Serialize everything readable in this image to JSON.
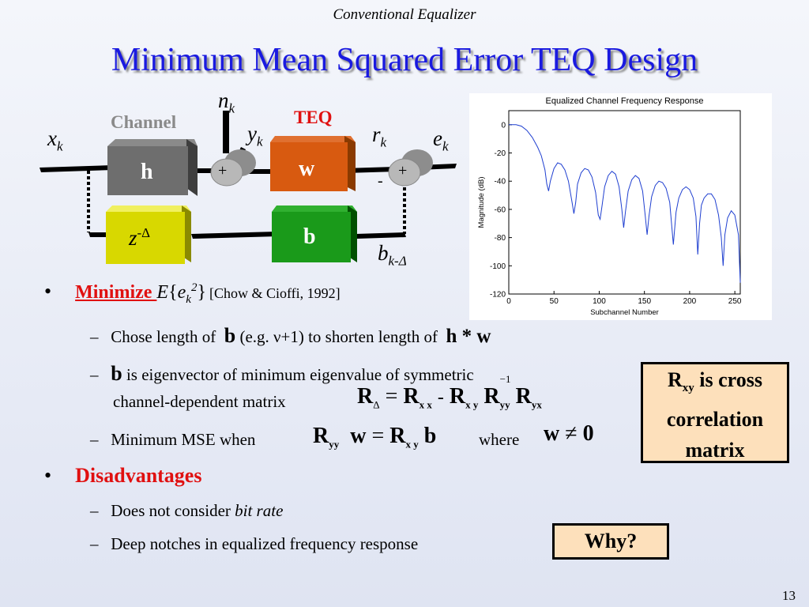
{
  "slide": {
    "header": "Conventional Equalizer",
    "title": "Minimum Mean Squared Error TEQ Design",
    "page_number": "13"
  },
  "diagram": {
    "channel_label": "Channel",
    "teq_label": "TEQ",
    "h": "h",
    "w": "w",
    "b": "b",
    "z": "z",
    "delta_sup": "-Δ",
    "plus": "+",
    "minus": "-",
    "x": "x",
    "x_sub": "k",
    "n": "n",
    "n_sub": "k",
    "y": "y",
    "y_sub": "k",
    "r": "r",
    "r_sub": "k",
    "e": "e",
    "e_sub": "k",
    "bk": "b",
    "bk_sub": "k-Δ"
  },
  "bullets": {
    "minimize": "Minimize ",
    "expr_e": "E",
    "expr_open": "{",
    "expr_ek": "e",
    "expr_k": "k",
    "expr_2": "2",
    "expr_close": "}",
    "citation": "[Chow & Cioffi, 1992]",
    "sub1_a": "Chose length of",
    "sub1_b": "b",
    "sub1_c": "(e.g. ν+1) to shorten length of",
    "sub1_d": "h * w",
    "sub2_b": "b",
    "sub2_a": "is eigenvector of minimum eigenvalue of symmetric",
    "sub2_c": "channel-dependent matrix",
    "sub3_a": "Minimum MSE when",
    "sub3_where": "where",
    "disadvantages": "Disadvantages",
    "sub4": "Does not consider ",
    "sub4_it": "bit rate",
    "sub5": "Deep notches in equalized frequency response",
    "dash": "–",
    "dot": "•"
  },
  "equations": {
    "R": "R",
    "eq": "=",
    "minus": "-",
    "neg1": "−1",
    "neq": "≠",
    "zero": "0",
    "w": "w",
    "b": "b",
    "delta": "Δ",
    "xx": "x x",
    "xy": "x y",
    "yy": "yy",
    "yx": "yx",
    "yy2": "yy",
    "xy2": "x y"
  },
  "callouts": {
    "rxy_R": "R",
    "rxy_sub": "xy",
    "rxy_rest1": " is cross",
    "rxy_rest2": "correlation",
    "rxy_rest3": "matrix",
    "why": "Why?"
  },
  "chart_data": {
    "type": "line",
    "title": "Equalized Channel Frequency Response",
    "xlabel": "Subchannel Number",
    "ylabel": "Magnitude (dB)",
    "xlim": [
      0,
      256
    ],
    "ylim": [
      -120,
      10
    ],
    "xticks": [
      0,
      50,
      100,
      150,
      200,
      250
    ],
    "yticks": [
      0,
      -20,
      -40,
      -60,
      -80,
      -100,
      -120
    ],
    "grid": false,
    "series": [
      {
        "color": "#1f3fd0",
        "x": [
          0,
          8,
          14,
          20,
          26,
          32,
          36,
          40,
          42,
          44,
          46,
          50,
          54,
          58,
          62,
          66,
          70,
          72,
          74,
          76,
          80,
          84,
          88,
          92,
          96,
          99,
          101,
          103,
          106,
          110,
          114,
          118,
          122,
          125,
          127,
          129,
          132,
          136,
          140,
          144,
          148,
          151,
          153,
          155,
          158,
          162,
          166,
          170,
          174,
          178,
          180,
          182,
          185,
          188,
          192,
          196,
          200,
          204,
          207,
          209,
          211,
          213,
          216,
          220,
          224,
          228,
          232,
          235,
          237,
          239,
          242,
          246,
          250,
          254,
          256
        ],
        "y": [
          0,
          0,
          -1,
          -4,
          -9,
          -16,
          -22,
          -32,
          -42,
          -47,
          -40,
          -31,
          -27,
          -28,
          -32,
          -40,
          -55,
          -63,
          -55,
          -42,
          -34,
          -31,
          -32,
          -37,
          -48,
          -64,
          -67,
          -58,
          -44,
          -36,
          -33,
          -35,
          -44,
          -60,
          -73,
          -62,
          -47,
          -39,
          -36,
          -38,
          -47,
          -65,
          -78,
          -65,
          -51,
          -43,
          -40,
          -41,
          -45,
          -55,
          -70,
          -85,
          -62,
          -52,
          -46,
          -44,
          -46,
          -52,
          -65,
          -92,
          -70,
          -57,
          -52,
          -49,
          -49,
          -53,
          -64,
          -80,
          -100,
          -78,
          -66,
          -61,
          -64,
          -78,
          -112
        ]
      }
    ]
  }
}
